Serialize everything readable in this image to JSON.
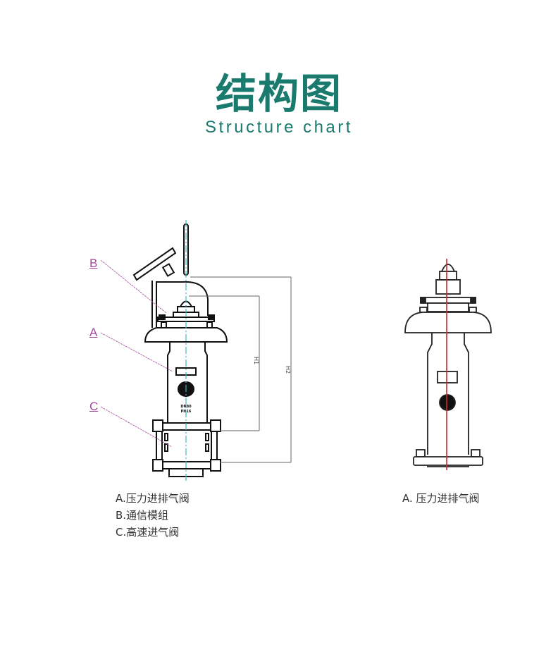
{
  "header": {
    "title_cn": "结构图",
    "title_en": "Structure chart"
  },
  "left_drawing": {
    "callouts": [
      {
        "key": "B",
        "label": "B"
      },
      {
        "key": "A",
        "label": "A"
      },
      {
        "key": "C",
        "label": "C"
      }
    ],
    "dimensions": {
      "h1": "H1",
      "h2": "H2"
    },
    "body_text": [
      "DN80",
      "PN16"
    ],
    "legend": [
      "A.压力进排气阀",
      "B.通信模组",
      "C.高速进气阀"
    ]
  },
  "right_drawing": {
    "legend": [
      "A. 压力进排气阀"
    ]
  },
  "colors": {
    "title": "#1a7a6e",
    "callout": "#a24a9c",
    "centerline_left": "#3fb8c0",
    "centerline_right": "#d9232d",
    "line": "#111111"
  }
}
